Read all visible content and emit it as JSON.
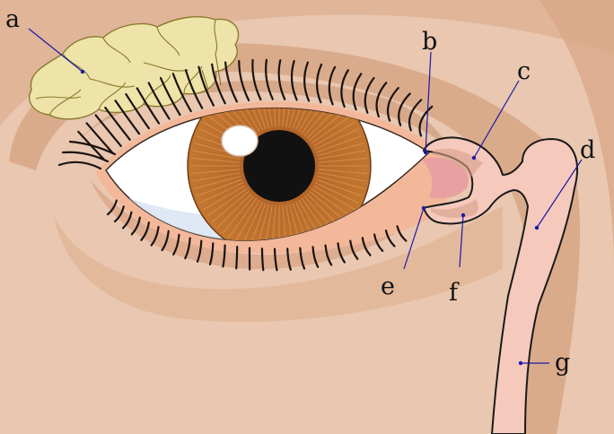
{
  "figure": {
    "labels": {
      "a": "a",
      "b": "b",
      "c": "c",
      "d": "d",
      "e": "e",
      "f": "f",
      "g": "g"
    }
  },
  "colors": {
    "skin_light": "#e9c7b0",
    "skin_mid": "#dba987",
    "skin_dark": "#c98f6b",
    "gland": "#eee3a8",
    "gland_outline": "#8a7a2e",
    "duct_pink": "#f6c9bd",
    "caruncle": "#e9a0a0",
    "iris": "#b8692a",
    "pupil": "#111111",
    "sclera": "#ffffff",
    "leader": "#1a1aa6"
  }
}
